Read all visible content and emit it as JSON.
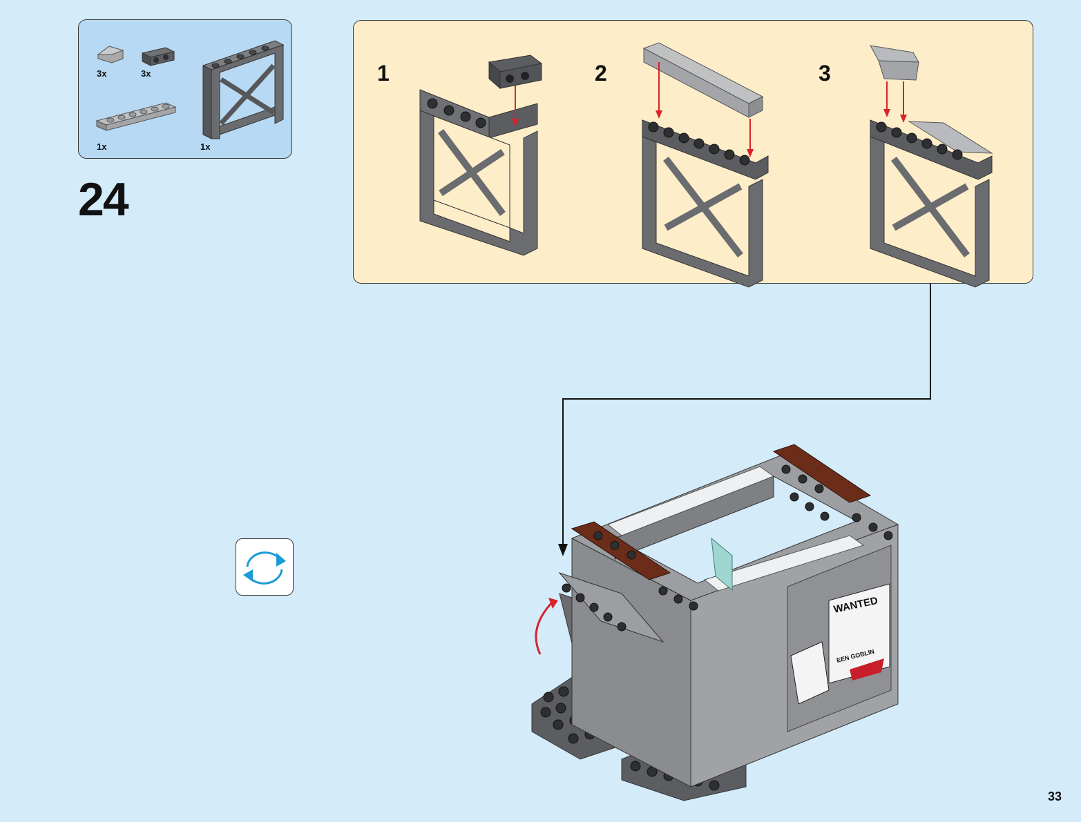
{
  "parts_list": [
    {
      "name": "slope-brick",
      "qty": "3x"
    },
    {
      "name": "bracket-plate",
      "qty": "3x"
    },
    {
      "name": "plate-1x6",
      "qty": "1x"
    },
    {
      "name": "support-frame",
      "qty": "1x"
    }
  ],
  "step_number": "24",
  "substeps": [
    {
      "label": "1"
    },
    {
      "label": "2"
    },
    {
      "label": "3"
    }
  ],
  "rotate_icon": "rotate-model-icon",
  "poster_texts": {
    "wanted": "WANTED",
    "goblin": "EEN GOBLIN"
  },
  "page_number": "33",
  "colors": {
    "background": "#d4ebfa",
    "parts_box": "#b8d9f3",
    "substeps_box": "#fdedc9",
    "arrow_red": "#d8232a",
    "rotate_blue": "#1a9ad6",
    "dark_gray": "#5b5d60",
    "light_gray": "#a0a2a5",
    "reddish_brown": "#6b2d1a"
  }
}
